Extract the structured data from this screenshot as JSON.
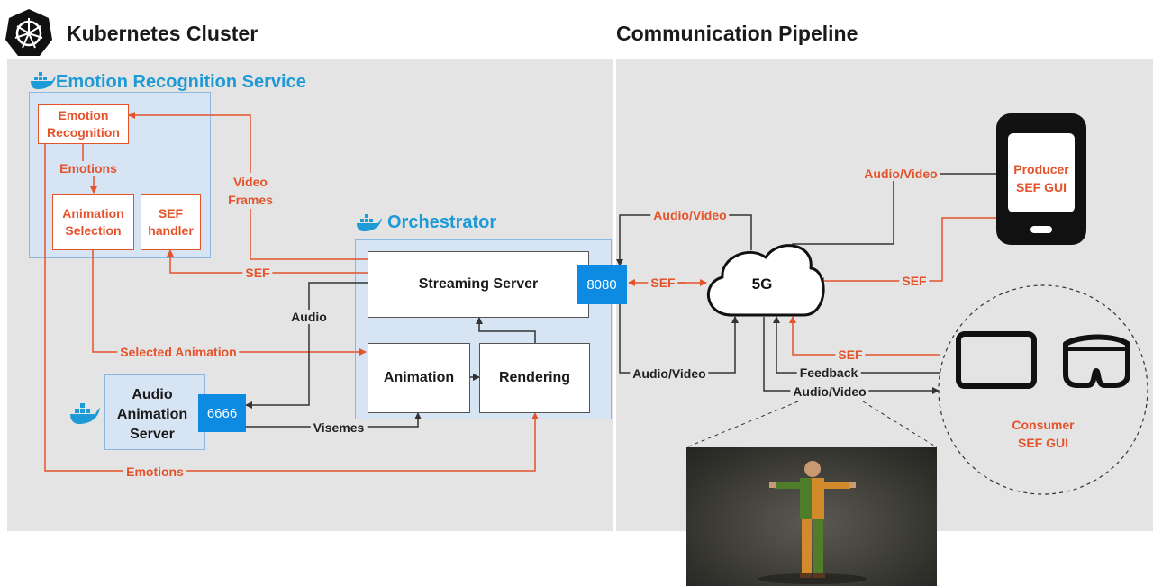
{
  "headings": {
    "cluster": "Kubernetes Cluster",
    "pipeline": "Communication Pipeline"
  },
  "emotion_service": {
    "title": "Emotion Recognition Service",
    "emotion_recognition": "Emotion\nRecognition",
    "emotions_label": "Emotions",
    "animation_selection": "Animation\nSelection",
    "sef_handler": "SEF\nhandler"
  },
  "orchestrator": {
    "title": "Orchestrator",
    "streaming_server": "Streaming Server",
    "animation": "Animation",
    "rendering": "Rendering",
    "port": "8080"
  },
  "audio_server": {
    "title": "Audio\nAnimation\nServer",
    "port": "6666"
  },
  "edges": {
    "video_frames": "Video\nFrames",
    "sef_left": "SEF",
    "audio": "Audio",
    "selected_animation": "Selected Animation",
    "visemes": "Visemes",
    "emotions_bottom": "Emotions",
    "av_top": "Audio/Video",
    "sef_mid": "SEF",
    "av_bottom": "Audio/Video",
    "av_producer": "Audio/Video",
    "sef_producer": "SEF",
    "sef_consumer": "SEF",
    "feedback": "Feedback",
    "av_consumer": "Audio/Video"
  },
  "network": {
    "label": "5G"
  },
  "producer": {
    "label": "Producer\nSEF GUI"
  },
  "consumer": {
    "label": "Consumer\nSEF GUI"
  },
  "colors": {
    "accent_red": "#e4532b",
    "docker_blue": "#1e9ad6",
    "port_blue": "#0d8be3",
    "panel_gray": "#e4e4e4",
    "service_blue": "#d7e4f3"
  },
  "icons": [
    "kubernetes-logo",
    "docker-logo",
    "cloud-icon",
    "smartphone-icon",
    "tablet-icon",
    "vr-headset-icon"
  ]
}
